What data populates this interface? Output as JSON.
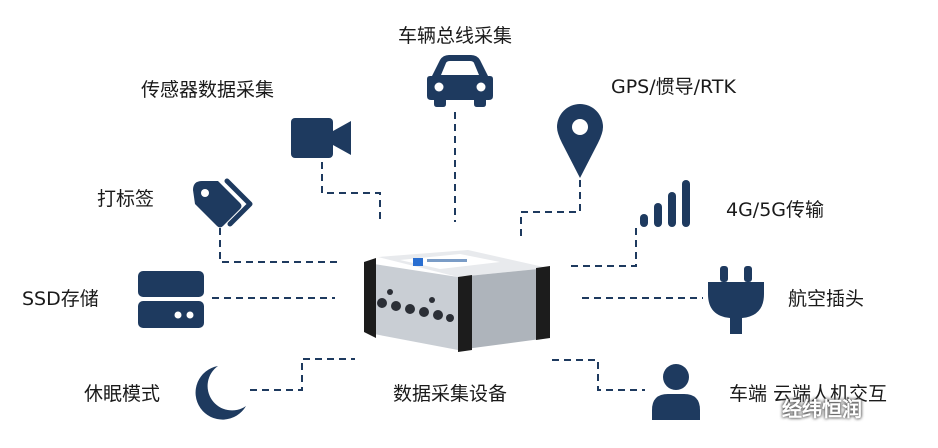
{
  "center": {
    "label": "数据采集设备"
  },
  "nodes": {
    "vehicle_bus": {
      "label": "车辆总线采集"
    },
    "sensor": {
      "label": "传感器数据采集"
    },
    "gps": {
      "label": "GPS/惯导/RTK"
    },
    "tag": {
      "label": "打标签"
    },
    "network": {
      "label": "4G/5G传输"
    },
    "ssd": {
      "label": "SSD存储"
    },
    "plug": {
      "label": "航空插头"
    },
    "sleep": {
      "label": "休眠模式"
    },
    "hmi": {
      "label": "车端 云端人机交互"
    }
  },
  "watermark": {
    "text": "经纬恒润"
  },
  "colors": {
    "icon": "#1e3a5f",
    "device_body": "#c9ced4",
    "device_cap": "#1c1c1c",
    "device_logo": "#2a6fd1"
  }
}
